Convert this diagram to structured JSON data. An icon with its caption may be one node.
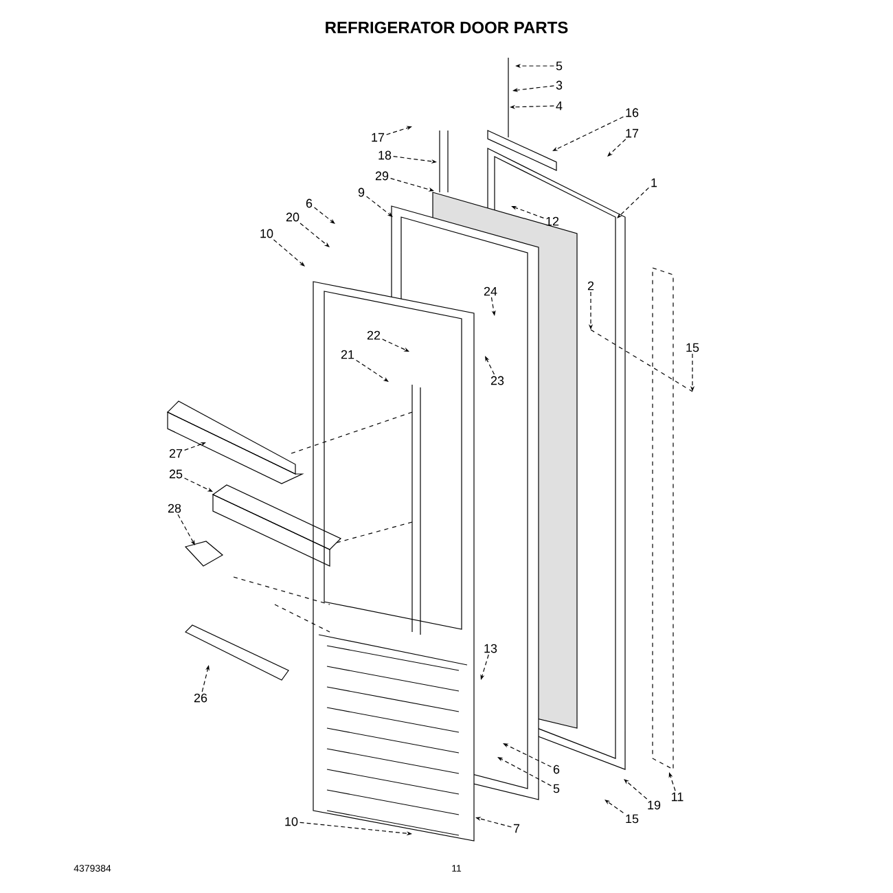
{
  "diagram": {
    "title": "REFRIGERATOR DOOR PARTS",
    "nodes": [
      {
        "text": [
          "5"
        ]
      },
      {
        "text": [
          "3"
        ]
      },
      {
        "text": [
          "4"
        ]
      },
      {
        "text": [
          "16"
        ]
      },
      {
        "text": [
          "17"
        ]
      },
      {
        "text": [
          "17"
        ]
      },
      {
        "text": [
          "18"
        ]
      },
      {
        "text": [
          "29"
        ]
      },
      {
        "text": [
          "9"
        ]
      },
      {
        "text": [
          "12"
        ]
      },
      {
        "text": [
          "1"
        ]
      },
      {
        "text": [
          "6"
        ]
      },
      {
        "text": [
          "20"
        ]
      },
      {
        "text": [
          "10"
        ]
      },
      {
        "text": [
          "24"
        ]
      },
      {
        "text": [
          "2"
        ]
      },
      {
        "text": [
          "22"
        ]
      },
      {
        "text": [
          "21"
        ]
      },
      {
        "text": [
          "23"
        ]
      },
      {
        "text": [
          "15"
        ]
      },
      {
        "text": [
          "27"
        ]
      },
      {
        "text": [
          "25"
        ]
      },
      {
        "text": [
          "28"
        ]
      },
      {
        "text": [
          "26"
        ]
      },
      {
        "text": [
          "13"
        ]
      },
      {
        "text": [
          "6"
        ]
      },
      {
        "text": [
          "5"
        ]
      },
      {
        "text": [
          "19"
        ]
      },
      {
        "text": [
          "11"
        ]
      },
      {
        "text": [
          "15"
        ]
      },
      {
        "text": [
          "10"
        ]
      },
      {
        "text": [
          "7"
        ]
      }
    ],
    "edges": [
      {
        "from": 0,
        "to": null,
        "arrow": "to"
      },
      {
        "from": 1,
        "to": null,
        "arrow": "to"
      },
      {
        "from": 2,
        "to": null,
        "arrow": "to"
      },
      {
        "from": 3,
        "to": null,
        "arrow": "to"
      },
      {
        "from": 4,
        "to": null,
        "arrow": "to"
      },
      {
        "from": 5,
        "to": null,
        "arrow": "to"
      },
      {
        "from": 6,
        "to": null,
        "arrow": "to"
      },
      {
        "from": 7,
        "to": null,
        "arrow": "to"
      },
      {
        "from": 8,
        "to": null,
        "arrow": "to"
      },
      {
        "from": 9,
        "to": null,
        "arrow": "to"
      },
      {
        "from": 10,
        "to": null,
        "arrow": "to"
      },
      {
        "from": 11,
        "to": null,
        "arrow": "to"
      },
      {
        "from": 12,
        "to": null,
        "arrow": "to"
      },
      {
        "from": 13,
        "to": null,
        "arrow": "to"
      },
      {
        "from": 14,
        "to": null,
        "arrow": "to"
      },
      {
        "from": 15,
        "to": null,
        "arrow": "to"
      },
      {
        "from": 16,
        "to": null,
        "arrow": "to"
      },
      {
        "from": 17,
        "to": null,
        "arrow": "to"
      },
      {
        "from": 18,
        "to": null,
        "arrow": "to"
      },
      {
        "from": 19,
        "to": null,
        "arrow": "to"
      },
      {
        "from": 20,
        "to": null,
        "arrow": "to"
      },
      {
        "from": 21,
        "to": null,
        "arrow": "to"
      },
      {
        "from": 22,
        "to": null,
        "arrow": "to"
      },
      {
        "from": 23,
        "to": null,
        "arrow": "to"
      },
      {
        "from": 24,
        "to": null,
        "arrow": "to"
      },
      {
        "from": 25,
        "to": null,
        "arrow": "to"
      },
      {
        "from": 26,
        "to": null,
        "arrow": "to"
      },
      {
        "from": 27,
        "to": null,
        "arrow": "to"
      },
      {
        "from": 28,
        "to": null,
        "arrow": "to"
      },
      {
        "from": 29,
        "to": null,
        "arrow": "to"
      },
      {
        "from": 30,
        "to": null,
        "arrow": "to"
      },
      {
        "from": 31,
        "to": null,
        "arrow": "to"
      }
    ],
    "labels": [
      "4379384",
      "11"
    ]
  }
}
